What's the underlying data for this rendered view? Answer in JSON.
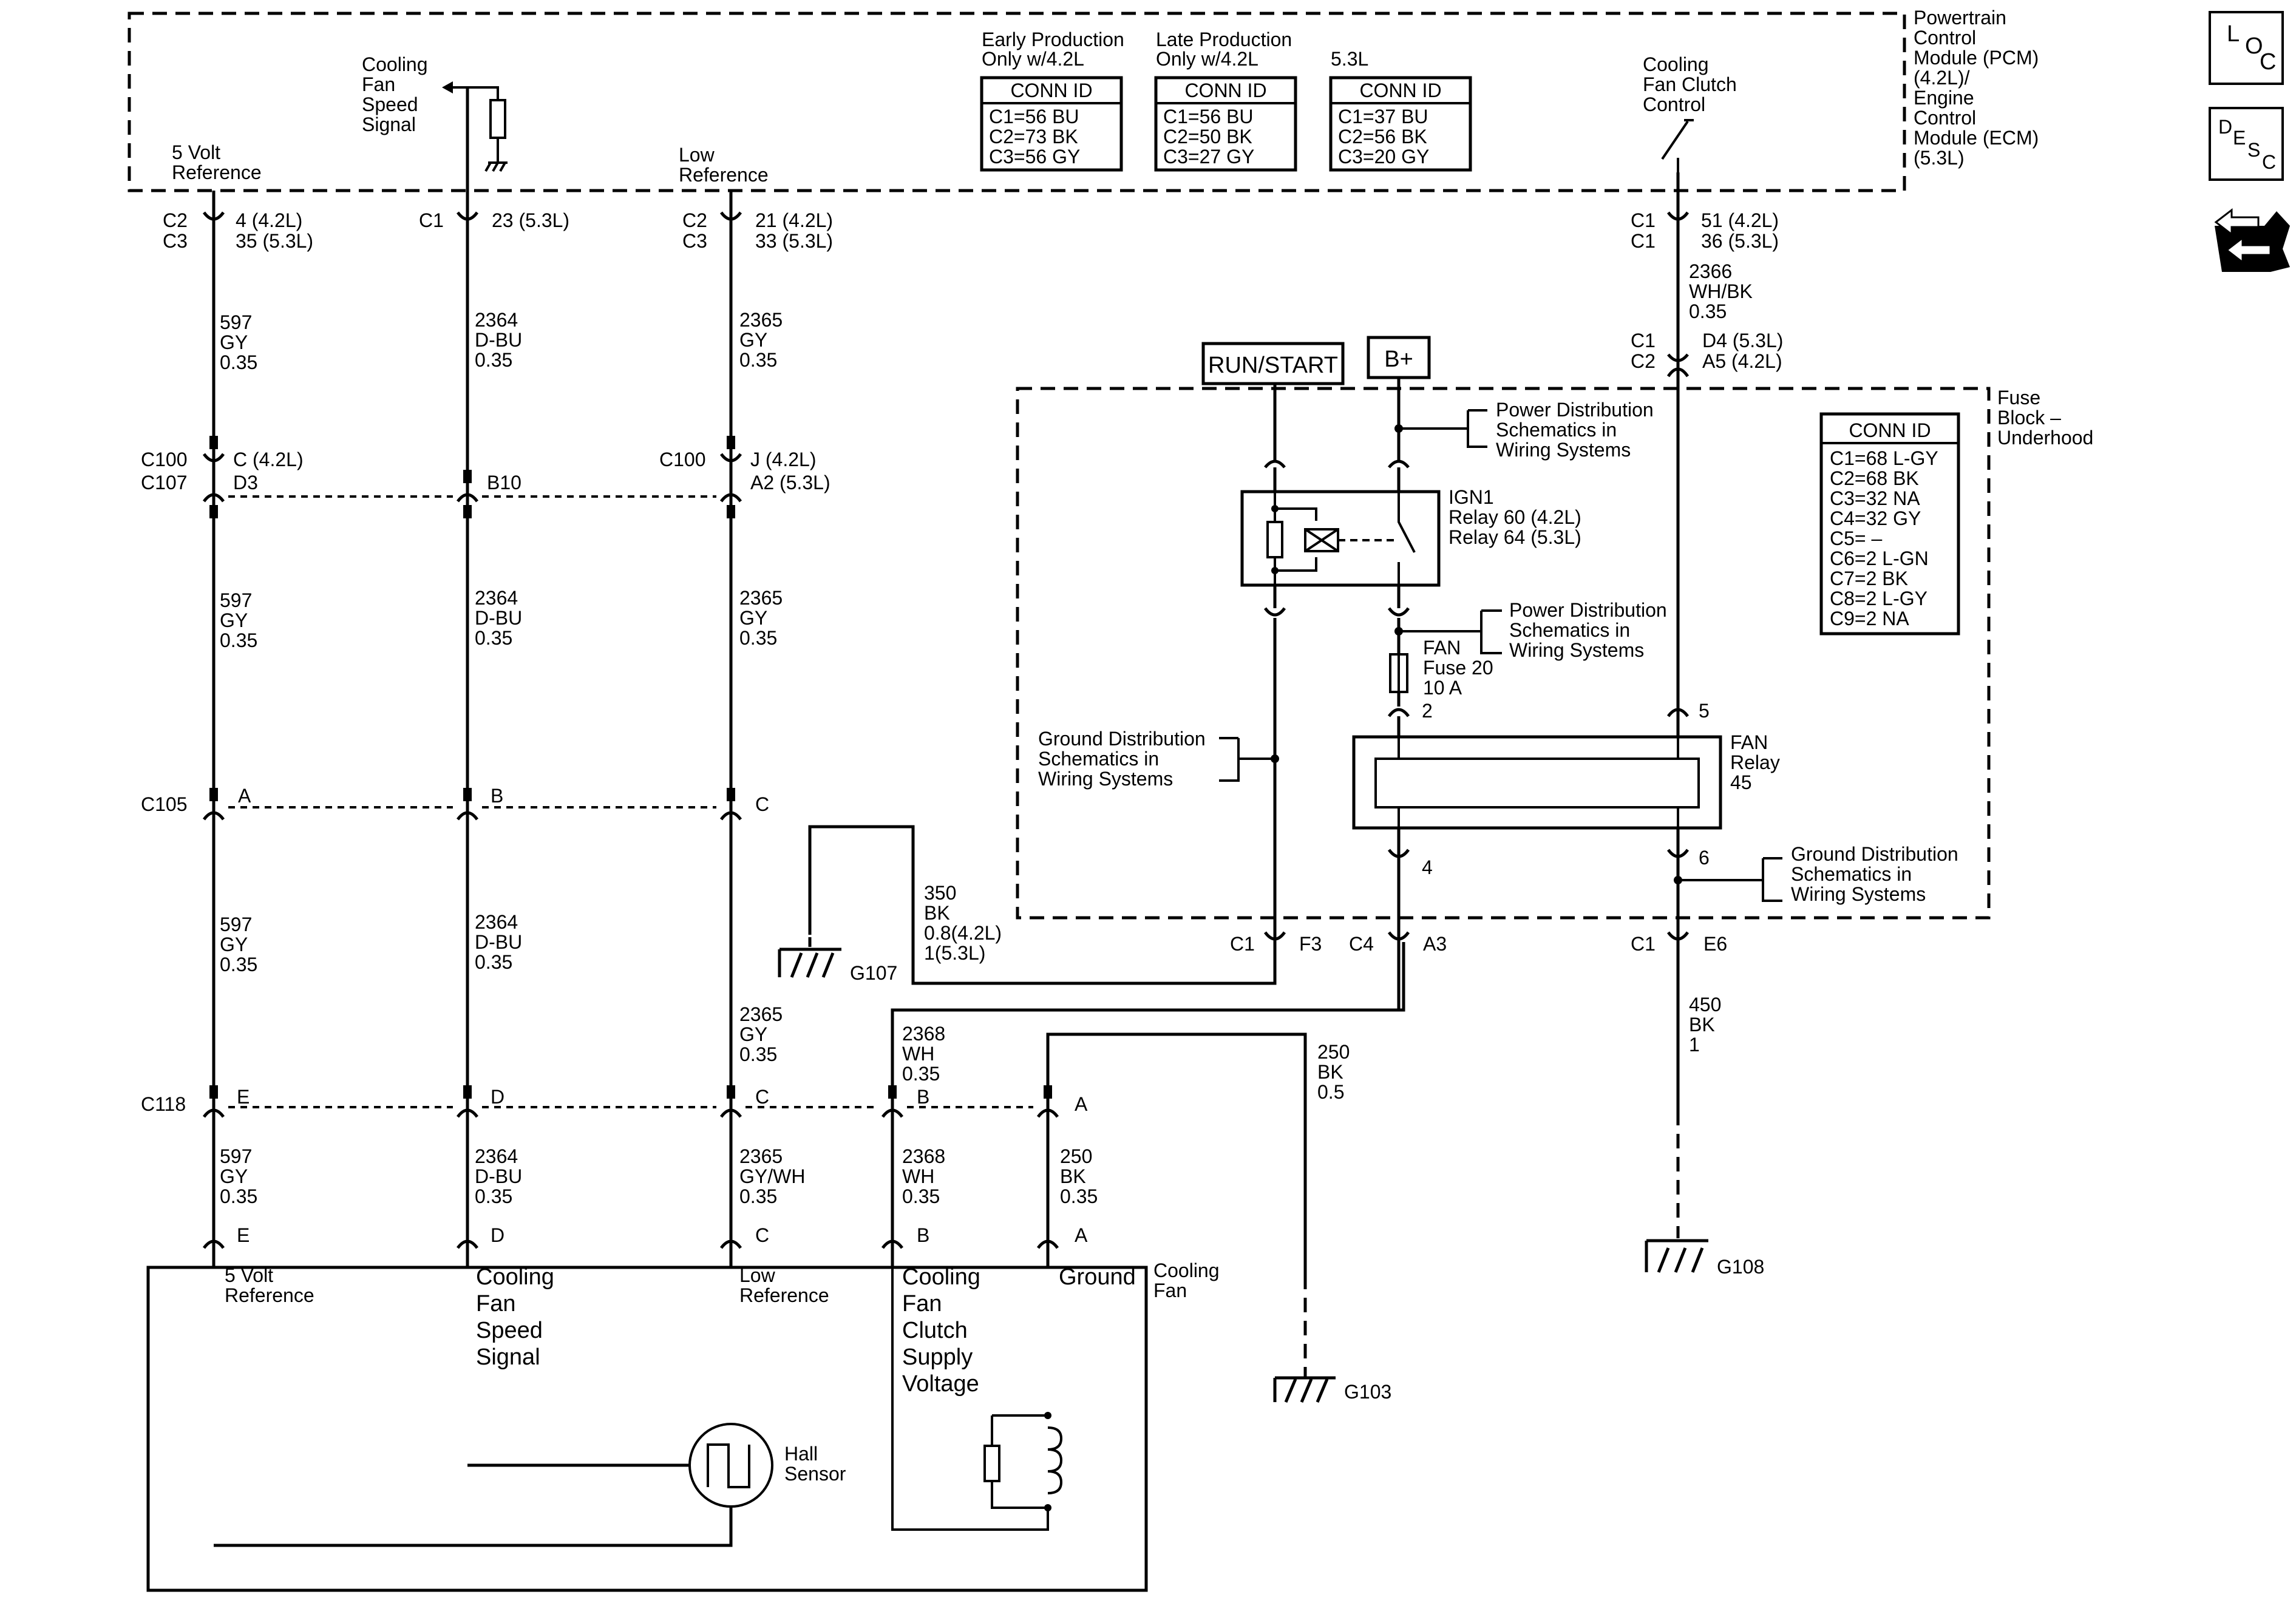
{
  "pcm": {
    "title": [
      "Powertrain",
      "Control",
      "Module (PCM)",
      "(4.2L)/",
      "Engine",
      "Control",
      "Module (ECM)",
      "(5.3L)"
    ],
    "fan_speed_label": [
      "Cooling",
      "Fan",
      "Speed",
      "Signal"
    ],
    "five_volt_label": [
      "5 Volt",
      "Reference"
    ],
    "low_ref_label": [
      "Low",
      "Reference"
    ],
    "clutch_label": [
      "Cooling",
      "Fan Clutch",
      "Control"
    ],
    "conn_tables": [
      {
        "caption": [
          "Early Production",
          "Only w/4.2L"
        ],
        "header": "CONN ID",
        "rows": [
          "C1=56 BU",
          "C2=73 BK",
          "C3=56 GY"
        ]
      },
      {
        "caption": [
          "Late Production",
          "Only w/4.2L"
        ],
        "header": "CONN ID",
        "rows": [
          "C1=56 BU",
          "C2=50 BK",
          "C3=27 GY"
        ]
      },
      {
        "caption": [
          "5.3L"
        ],
        "header": "CONN ID",
        "rows": [
          "C1=37 BU",
          "C2=56 BK",
          "C3=20 GY"
        ]
      }
    ]
  },
  "pins": {
    "c1": {
      "left": [
        "C2",
        "C3"
      ],
      "right": [
        "4 (4.2L)",
        "35 (5.3L)"
      ]
    },
    "c2": {
      "left": [
        "C1"
      ],
      "right": [
        "23 (5.3L)"
      ]
    },
    "c3": {
      "left": [
        "C2",
        "C3"
      ],
      "right": [
        "21 (4.2L)",
        "33 (5.3L)"
      ]
    },
    "c4": {
      "left": [
        "C1",
        "C1"
      ],
      "right": [
        "51 (4.2L)",
        "36 (5.3L)"
      ]
    },
    "c4b": {
      "left": [
        "C1",
        "C2"
      ],
      "right": [
        "D4 (5.3L)",
        "A5 (4.2L)"
      ]
    },
    "c100": {
      "left": [
        "C100",
        "C107"
      ],
      "right": [
        "C (4.2L)",
        "D3"
      ]
    },
    "c100b": "B10",
    "c100c": {
      "left": [
        "C100"
      ],
      "right": [
        "J (4.2L)",
        "A2 (5.3L)"
      ]
    },
    "c105": "C105",
    "c105_pins": [
      "A",
      "B",
      "C"
    ],
    "c118": "C118",
    "c118_pins": [
      "E",
      "D",
      "C",
      "B",
      "A"
    ],
    "fan_pins": [
      "E",
      "D",
      "C",
      "B",
      "A"
    ],
    "fb_c1": "C1",
    "fb_f3": "F3",
    "fb_c4": "C4",
    "fb_a3": "A3",
    "fb_c1b": "C1",
    "fb_e6": "E6",
    "relay_pin2": "2",
    "relay_pin4": "4",
    "relay_pin5": "5",
    "relay_pin6": "6"
  },
  "wires": {
    "w597": [
      "597",
      "GY",
      "0.35"
    ],
    "w2364": [
      "2364",
      "D-BU",
      "0.35"
    ],
    "w2365": [
      "2365",
      "GY",
      "0.35"
    ],
    "w2365b": [
      "2365",
      "GY/WH",
      "0.35"
    ],
    "w2366": [
      "2366",
      "WH/BK",
      "0.35"
    ],
    "w2368": [
      "2368",
      "WH",
      "0.35"
    ],
    "w250": [
      "250",
      "BK",
      "0.5"
    ],
    "w250b": [
      "250",
      "BK",
      "0.35"
    ],
    "w350": [
      "350",
      "BK",
      "0.8(4.2L)",
      "1(5.3L)"
    ],
    "w450": [
      "450",
      "BK",
      "1"
    ]
  },
  "fuse_block": {
    "title": [
      "Fuse",
      "Block –",
      "Underhood"
    ],
    "run_start": "RUN/START",
    "bplus": "B+",
    "pd1": [
      "Power Distribution",
      "Schematics in",
      "Wiring Systems"
    ],
    "pd2": [
      "Power Distribution",
      "Schematics in",
      "Wiring Systems"
    ],
    "gd1": [
      "Ground Distribution",
      "Schematics in",
      "Wiring Systems"
    ],
    "gd2": [
      "Ground Distribution",
      "Schematics in",
      "Wiring Systems"
    ],
    "ign_relay": [
      "IGN1",
      "Relay 60 (4.2L)",
      "Relay 64 (5.3L)"
    ],
    "fuse": [
      "FAN",
      "Fuse 20",
      "10 A"
    ],
    "fan_relay": [
      "FAN",
      "Relay",
      "45"
    ],
    "conn_table": {
      "header": "CONN ID",
      "rows": [
        "C1=68 L-GY",
        "C2=68 BK",
        "C3=32 NA",
        "C4=32 GY",
        "C5= –",
        "C6=2 L-GN",
        "C7=2 BK",
        "C8=2 L-GY",
        "C9=2 NA"
      ]
    }
  },
  "grounds": {
    "g103": "G103",
    "g107": "G107",
    "g108": "G108"
  },
  "fan": {
    "title": [
      "Cooling",
      "Fan"
    ],
    "five_volt": [
      "5 Volt",
      "Reference"
    ],
    "speed": [
      "Cooling",
      "Fan",
      "Speed",
      "Signal"
    ],
    "low_ref": [
      "Low",
      "Reference"
    ],
    "clutch": [
      "Cooling",
      "Fan",
      "Clutch",
      "Supply",
      "Voltage"
    ],
    "ground": "Ground",
    "hall": [
      "Hall",
      "Sensor"
    ]
  },
  "icons": {
    "loc": [
      "L",
      "O",
      "C"
    ],
    "desc": [
      "D",
      "E",
      "S",
      "C"
    ]
  }
}
